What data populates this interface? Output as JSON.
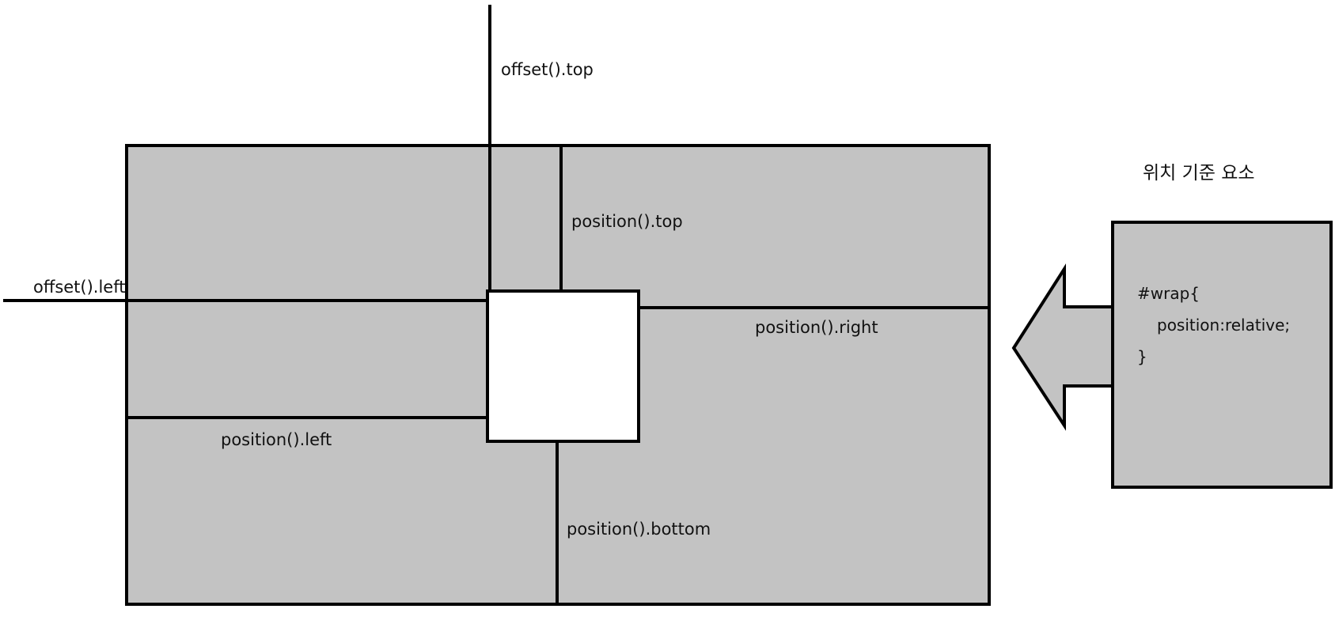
{
  "colors": {
    "container_fill": "#c3c3c3",
    "element_fill": "#ffffff",
    "stroke": "#000000",
    "text": "#111111"
  },
  "labels": {
    "offset_top": "offset().top",
    "offset_left": "offset().left",
    "position_top": "position().top",
    "position_left": "position().left",
    "position_right": "position().right",
    "position_bottom": "position().bottom"
  },
  "reference": {
    "title": "위치 기준 요소",
    "code_lines": [
      "#wrap{",
      "position:relative;",
      "}"
    ]
  }
}
